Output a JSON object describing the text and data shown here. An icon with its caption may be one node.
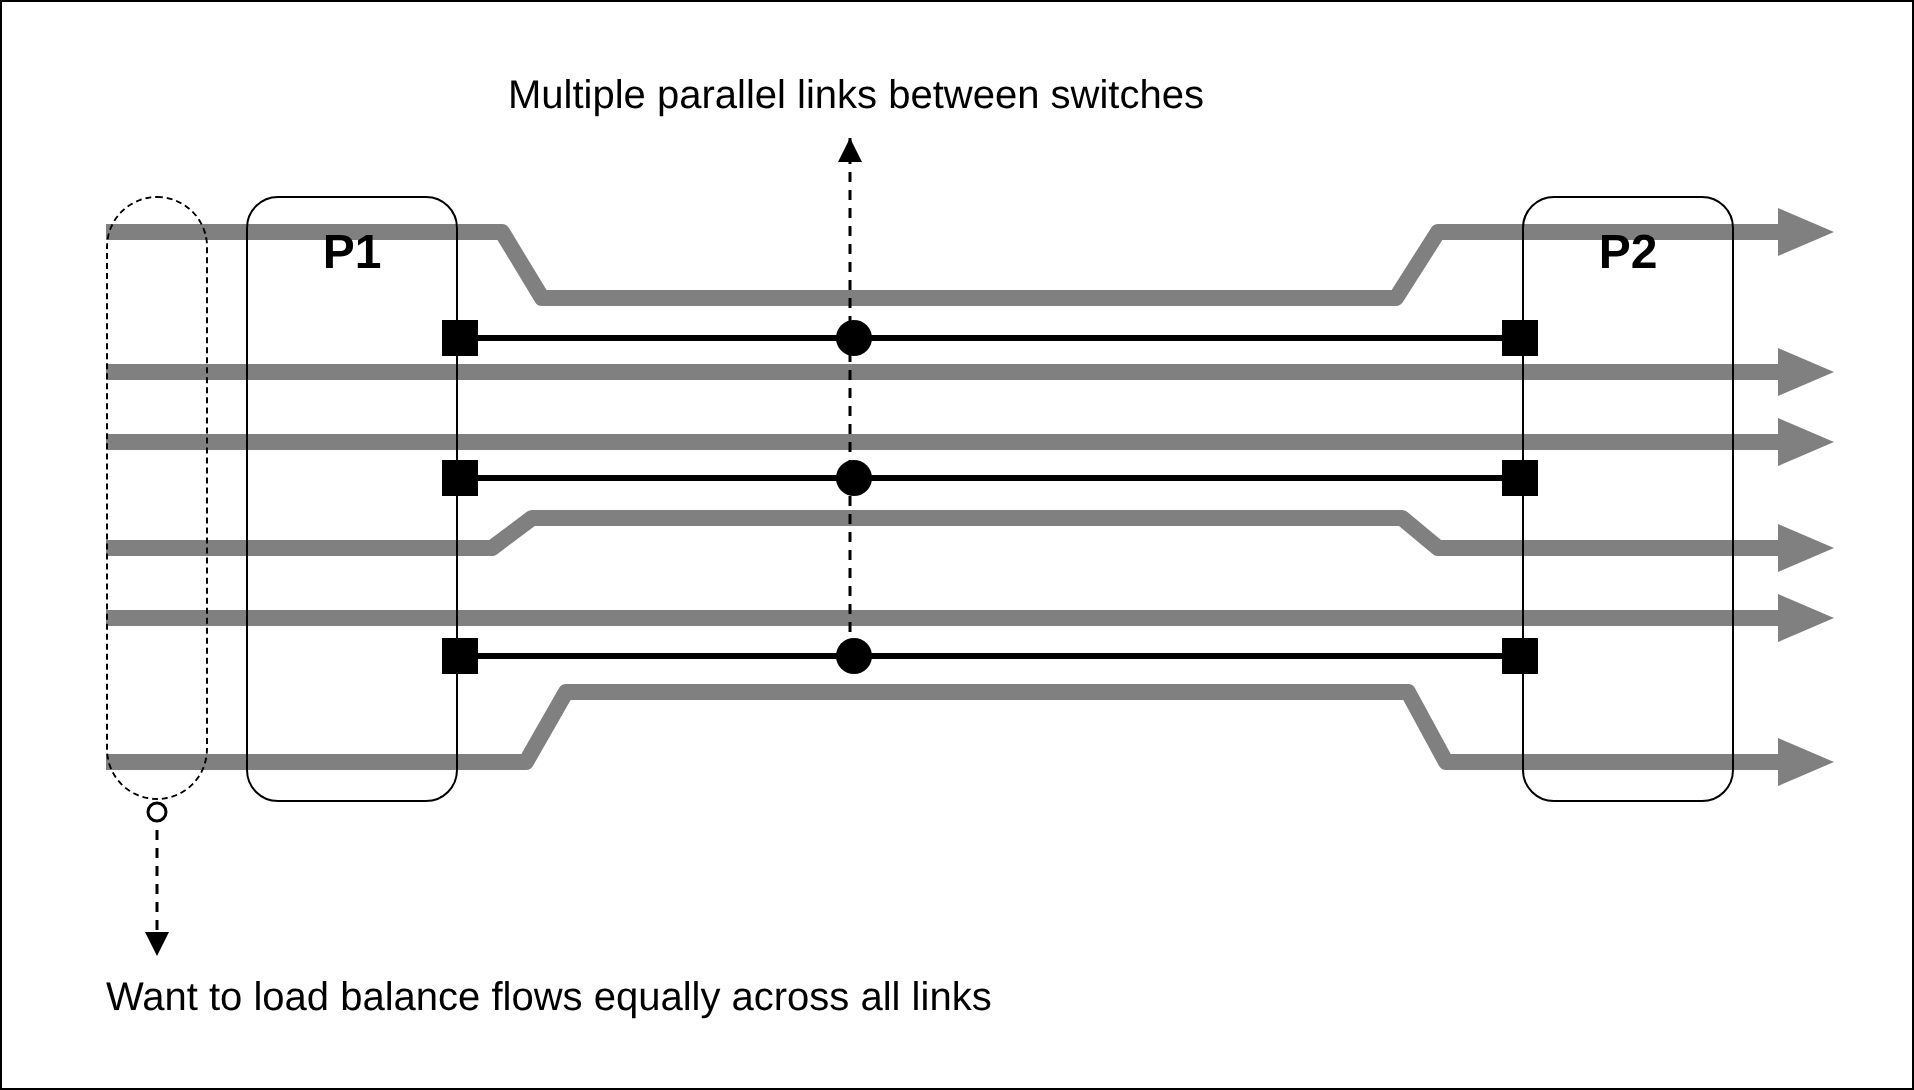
{
  "diagram": {
    "nodes": [
      {
        "text": [
          "P1"
        ]
      },
      {
        "text": [
          "P2"
        ]
      },
      {
        "text": [
          "Multiple parallel links between switches"
        ]
      },
      {
        "text": [
          "Want to load balance flows equally across all links"
        ]
      },
      {
        "text": [],
        "shape": "ellipse"
      }
    ],
    "edges": [
      {
        "from": 4,
        "to": 0,
        "arrow": "none"
      },
      {
        "from": 0,
        "to": 1,
        "arrow": "to"
      },
      {
        "from": 0,
        "to": 1,
        "arrow": "other",
        "color": "#000000"
      },
      {
        "from": 4,
        "to": 0,
        "arrow": "none"
      },
      {
        "from": 0,
        "to": 1,
        "arrow": "to"
      },
      {
        "from": 4,
        "to": 0,
        "arrow": "none"
      },
      {
        "from": 0,
        "to": 1,
        "arrow": "to"
      },
      {
        "from": 0,
        "to": 1,
        "arrow": "other",
        "color": "#000000"
      },
      {
        "from": 4,
        "to": 0,
        "arrow": "none"
      },
      {
        "from": 0,
        "to": 1,
        "arrow": "to"
      },
      {
        "from": 4,
        "to": 0,
        "arrow": "none"
      },
      {
        "from": 0,
        "to": 1,
        "arrow": "to"
      },
      {
        "from": 0,
        "to": 1,
        "arrow": "other",
        "color": "#000000"
      },
      {
        "from": 4,
        "to": 0,
        "arrow": "none"
      },
      {
        "from": 0,
        "to": 1,
        "arrow": "to"
      },
      {
        "from": null,
        "to": 2,
        "arrow": "to",
        "style": "dashed",
        "color": "#000000"
      },
      {
        "from": 4,
        "to": 3,
        "arrow": "to",
        "style": "dashed",
        "color": "#000000"
      }
    ]
  }
}
